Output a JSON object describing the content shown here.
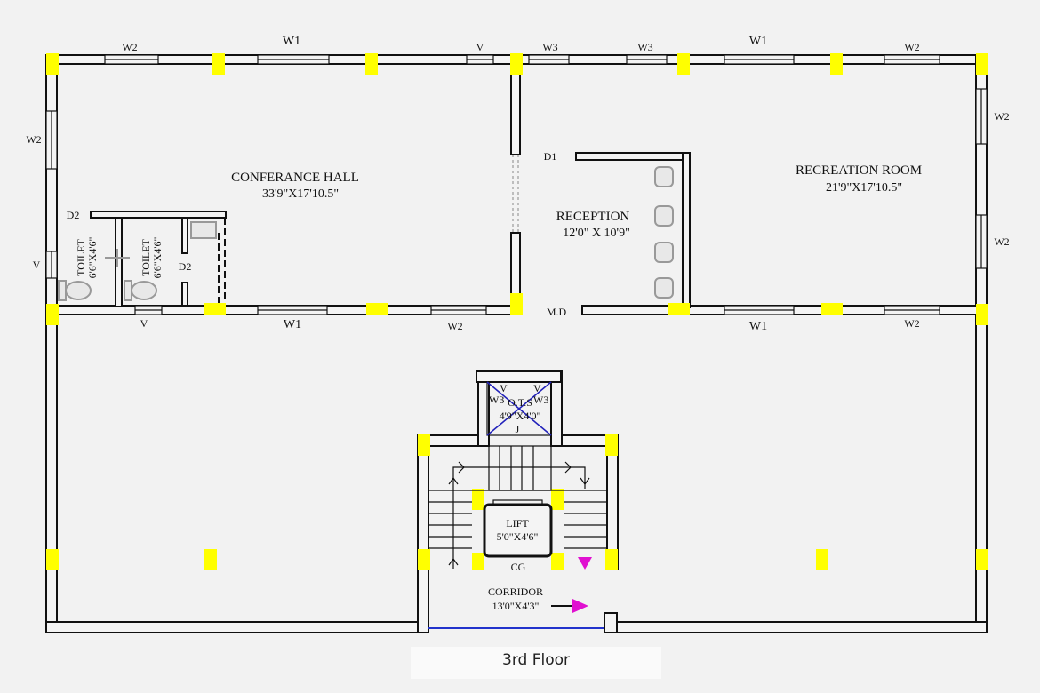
{
  "caption": "3rd Floor",
  "rooms": {
    "conference": {
      "name": "CONFERANCE HALL",
      "size": "33'9\"X17'10.5\""
    },
    "recreation": {
      "name": "RECREATION  ROOM",
      "size": "21'9\"X17'10.5\""
    },
    "reception": {
      "name": "RECEPTION",
      "size": "12'0\" X 10'9\""
    },
    "toilet1": {
      "name": "TOILET",
      "size": "6'6\"X4'6\""
    },
    "toilet2": {
      "name": "TOILET",
      "size": "6'6\"X4'6\""
    },
    "lift": {
      "name": "LIFT",
      "size": "5'0\"X4'6\""
    },
    "corridor": {
      "name": "CORRIDOR",
      "size": "13'0\"X4'3\""
    },
    "ots": {
      "name": "O.T.S",
      "size": "4'9\"X4'0\"",
      "j": "J",
      "w3a": "W3",
      "w3b": "W3",
      "va": "V",
      "vb": "V"
    }
  },
  "openings": {
    "top_w2_a": "W2",
    "top_w1_a": "W1",
    "top_v": "V",
    "top_w3_a": "W3",
    "top_w3_b": "W3",
    "top_w1_b": "W1",
    "top_w2_b": "W2",
    "left_w2": "W2",
    "left_v": "V",
    "right_w2_a": "W2",
    "right_w2_b": "W2",
    "mid_v": "V",
    "mid_w1_a": "W1",
    "mid_w2_a": "W2",
    "mid_w1_b": "W1",
    "mid_w2_b": "W2",
    "d2_a": "D2",
    "d2_b": "D2",
    "d1": "D1",
    "md": "M.D",
    "cg": "CG"
  },
  "colors": {
    "column": "#ffff00",
    "ots_cross": "#2222bb",
    "arrow": "#e010d0",
    "entrance": "#2233cc"
  }
}
